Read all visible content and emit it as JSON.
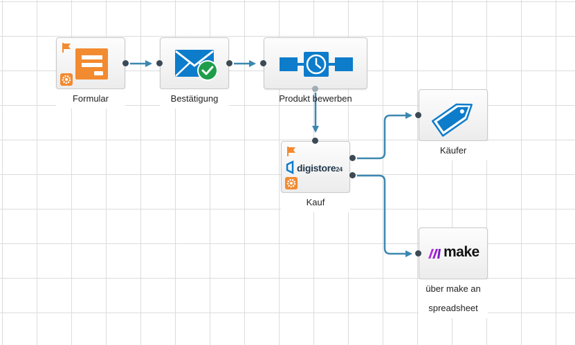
{
  "nodes": {
    "formular": {
      "label": "Formular"
    },
    "bestaetigung": {
      "label": "Bestätigung"
    },
    "produkt": {
      "label": "Produkt bewerben"
    },
    "kauf": {
      "label": "Kauf",
      "logo_text": "digistore",
      "logo_suffix": "24"
    },
    "kaeufer": {
      "label": "Käufer"
    },
    "make": {
      "label_line1": "über make an",
      "label_line2": "spreadsheet",
      "logo_text": "make"
    }
  },
  "colors": {
    "connector": "#3b87b0",
    "orange": "#f28a30",
    "blue": "#0d7ccb",
    "green": "#1e9e4a",
    "make_purple": "#a224d4"
  },
  "icons": {
    "formular": "form-icon",
    "bestaetigung": "envelope-check-icon",
    "produkt": "timer-icon",
    "kauf": "digistore24-logo",
    "kaeufer": "tag-icon",
    "make": "make-logo"
  }
}
